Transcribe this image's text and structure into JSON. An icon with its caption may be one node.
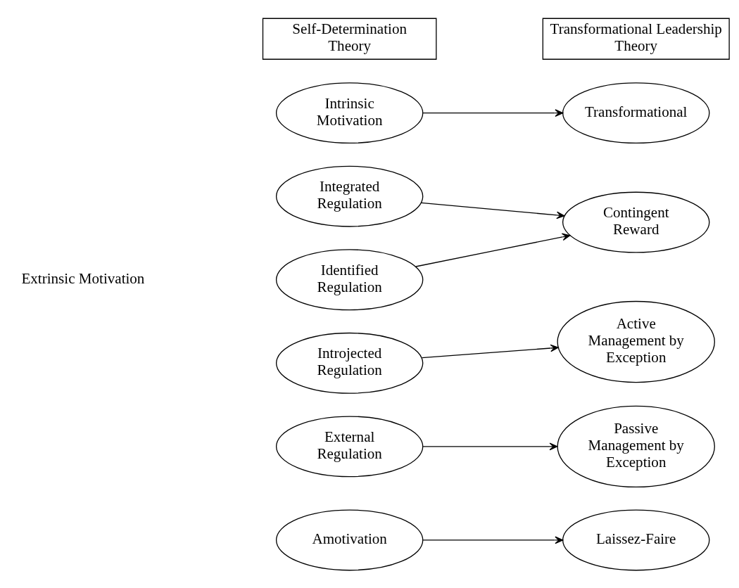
{
  "diagram": {
    "nodes": [
      {
        "text": [
          "Self-Determination Theory"
        ]
      },
      {
        "text": [
          "Transformational Leadership Theory"
        ]
      },
      {
        "text": [
          "Intrinsic Motivation"
        ]
      },
      {
        "text": [
          "Transformational"
        ]
      },
      {
        "text": [
          "Integrated Regulation"
        ]
      },
      {
        "text": [
          "Contingent Reward"
        ]
      },
      {
        "text": [
          "Identified Regulation"
        ]
      },
      {
        "text": [
          "Introjected Regulation"
        ]
      },
      {
        "text": [
          "Active Management by Exception"
        ]
      },
      {
        "text": [
          "External Regulation"
        ]
      },
      {
        "text": [
          "Passive Management by Exception"
        ]
      },
      {
        "text": [
          "Amotivation"
        ]
      },
      {
        "text": [
          "Laissez-Faire"
        ]
      }
    ],
    "edges": [
      {
        "from": 2,
        "to": 3,
        "arrow": "to"
      },
      {
        "from": 4,
        "to": 5,
        "arrow": "to"
      },
      {
        "from": 6,
        "to": 5,
        "arrow": "to"
      },
      {
        "from": 7,
        "to": 8,
        "arrow": "to"
      },
      {
        "from": 9,
        "to": 10,
        "arrow": "to"
      },
      {
        "from": 11,
        "to": 12,
        "arrow": "to"
      }
    ],
    "labels": [
      "Extrinsic Motivation"
    ]
  }
}
